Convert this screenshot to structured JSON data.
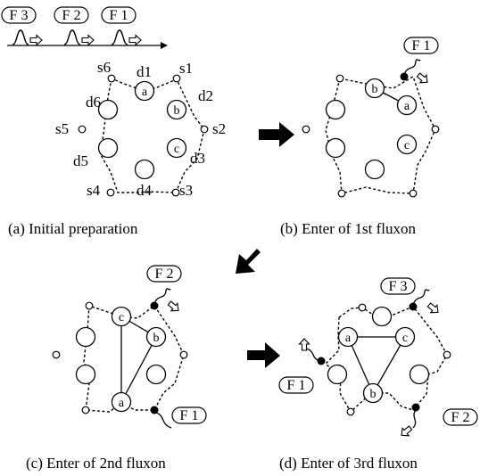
{
  "fluxons": {
    "f1": "F 1",
    "f2": "F 2",
    "f3": "F 3"
  },
  "junctions": {
    "a": "a",
    "b": "b",
    "c": "c"
  },
  "sites": {
    "d1": "d1",
    "d2": "d2",
    "d3": "d3",
    "d4": "d4",
    "d5": "d5",
    "d6": "d6",
    "s1": "s1",
    "s2": "s2",
    "s3": "s3",
    "s4": "s4",
    "s5": "s5",
    "s6": "s6"
  },
  "captions": {
    "a": "(a) Initial preparation",
    "b": "(b) Enter of 1st fluxon",
    "c": "(c) Enter of 2nd fluxon",
    "d": "(d) Enter of 3rd fluxon"
  }
}
